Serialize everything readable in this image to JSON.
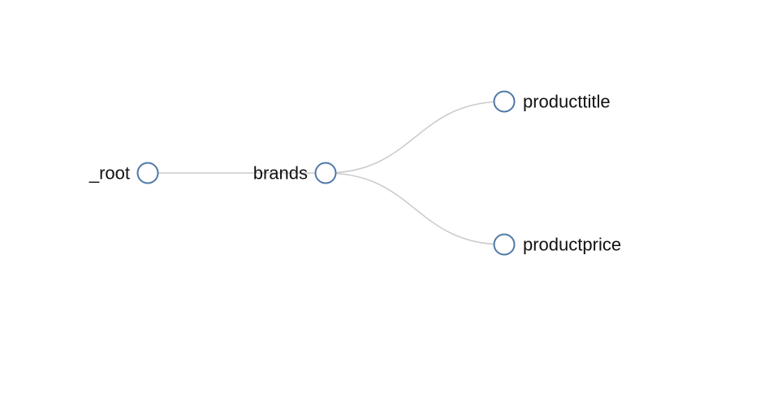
{
  "tree": {
    "nodes": [
      {
        "id": "root",
        "label": "_root",
        "depth": 0,
        "children": [
          "brands"
        ]
      },
      {
        "id": "brands",
        "label": "brands",
        "depth": 1,
        "children": [
          "producttitle",
          "productprice"
        ]
      },
      {
        "id": "producttitle",
        "label": "producttitle",
        "depth": 2,
        "children": []
      },
      {
        "id": "productprice",
        "label": "productprice",
        "depth": 2,
        "children": []
      }
    ],
    "colors": {
      "node_stroke": "#4e79a7",
      "node_fill": "#ffffff",
      "link_stroke": "#cccccc",
      "label": "#111111"
    }
  }
}
